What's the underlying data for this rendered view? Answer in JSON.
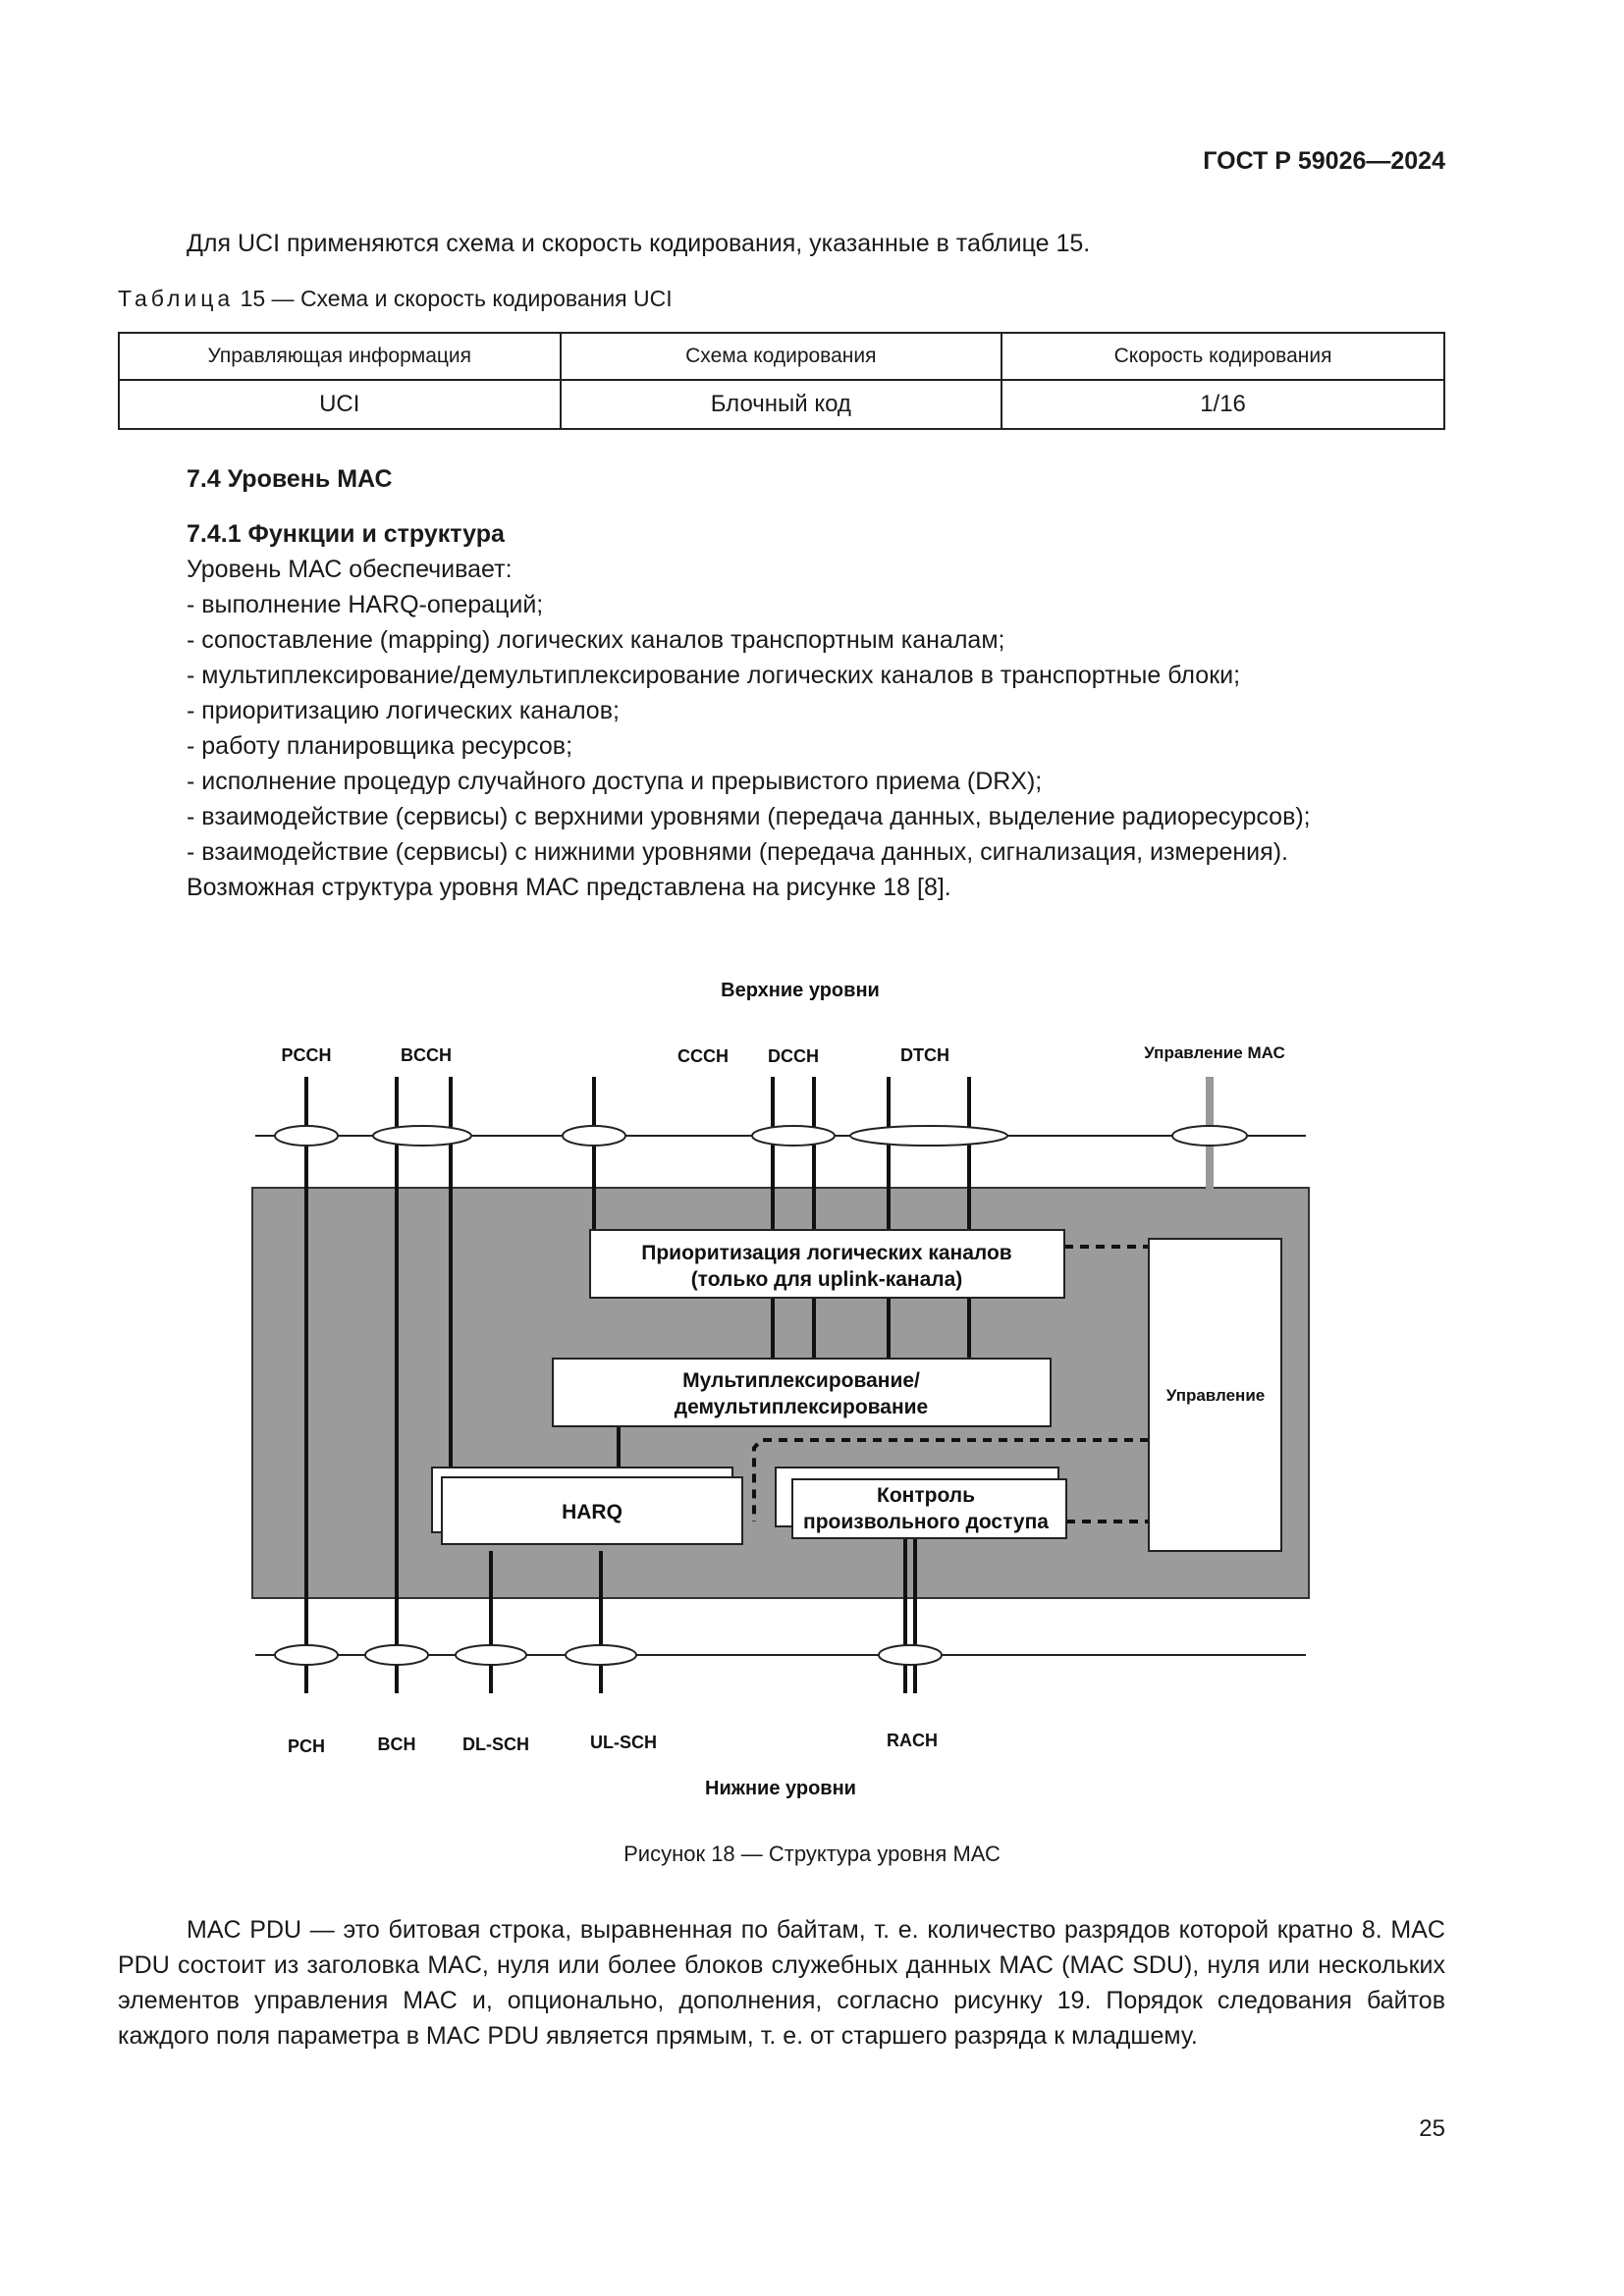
{
  "header": {
    "standard": "ГОСТ Р 59026—2024"
  },
  "intro": "Для UCI применяются схема и скорость кодирования, указанные в таблице 15.",
  "table15": {
    "caption_prefix": "Таблица",
    "caption_rest": " 15 — Схема и скорость кодирования UCI",
    "headers": [
      "Управляющая информация",
      "Схема кодирования",
      "Скорость кодирования"
    ],
    "row": [
      "UCI",
      "Блочный код",
      "1/16"
    ]
  },
  "section": {
    "title": "7.4 Уровень МАС"
  },
  "subsection": {
    "title": "7.4.1 Функции и структура",
    "lead": "Уровень МАС обеспечивает:",
    "items": [
      "- выполнение HARQ-операций;",
      "- сопоставление (mapping) логических каналов транспортным каналам;",
      "- мультиплексирование/демультиплексирование логических каналов в транспортные блоки;",
      "- приоритизацию логических каналов;",
      "- работу планировщика ресурсов;",
      "- исполнение процедур случайного доступа и прерывистого приема (DRX);",
      "- взаимодействие (сервисы) с верхними уровнями (передача данных, выделение радиоресурсов);",
      "- взаимодействие (сервисы) с нижними уровнями (передача данных, сигнализация, измерения)."
    ],
    "figure_ref": "Возможная структура уровня МАС представлена на рисунке 18 [8]."
  },
  "figure": {
    "upper_label": "Верхние уровни",
    "lower_label": "Нижние уровни",
    "top_channels": {
      "pcch": "PCCH",
      "bcch": "BCCH",
      "ccch": "CCCH",
      "dcch": "DCCH",
      "dtch": "DTCH",
      "mac_control": "Управление МАС"
    },
    "bottom_channels": {
      "pch": "PCH",
      "bch": "BCH",
      "dlsch": "DL-SCH",
      "ulsch": "UL-SCH",
      "rach": "RACH"
    },
    "blocks": {
      "prio_line1": "Приоритизация логических каналов",
      "prio_line2": "(только для uplink-канала)",
      "mux_line1": "Мультиплексирование/",
      "mux_line2": "демультиплексирование",
      "harq": "HARQ",
      "ra_line1": "Контроль",
      "ra_line2": "произвольного доступа",
      "control": "Управление"
    },
    "caption": "Рисунок 18 — Структура уровня МАС"
  },
  "body": {
    "paragraph": "MAC PDU — это битовая строка, выравненная по байтам, т. е. количество разрядов которой кратно 8. MAC PDU состоит из заголовка MAC, нуля или более блоков служебных данных MAC (MAC SDU), нуля или нескольких элементов управления MAC и, опционально, дополнения, согласно рисунку 19. Порядок следования байтов каждого поля параметра в MAC PDU является прямым, т. е. от старшего разряда к младшему."
  },
  "footer": {
    "page_number": "25"
  }
}
